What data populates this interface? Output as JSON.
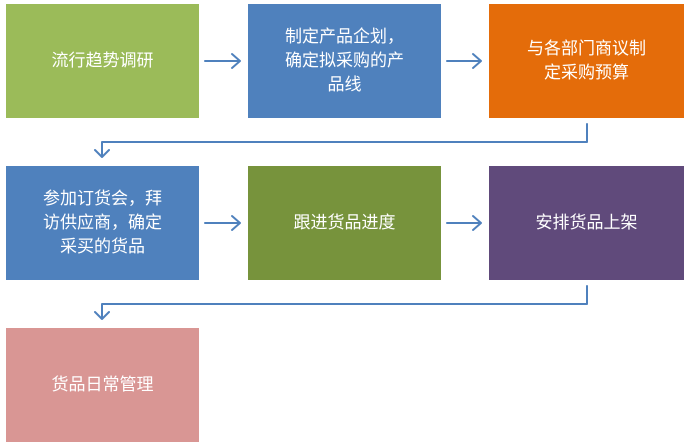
{
  "steps": [
    {
      "label": "流行趋势调研",
      "color": "#9bbb59"
    },
    {
      "label": "制定产品企划，\n确定拟采购的产\n品线",
      "color": "#4f81bd"
    },
    {
      "label": "与各部门商议制\n定采购预算",
      "color": "#e46c0a"
    },
    {
      "label": "参加订货会，拜\n访供应商，确定\n采买的货品",
      "color": "#4f81bd"
    },
    {
      "label": "跟进货品进度",
      "color": "#77933c"
    },
    {
      "label": "安排货品上架",
      "color": "#604a7b"
    },
    {
      "label": "货品日常管理",
      "color": "#d99694"
    }
  ],
  "connector_color": "#4f81bd"
}
